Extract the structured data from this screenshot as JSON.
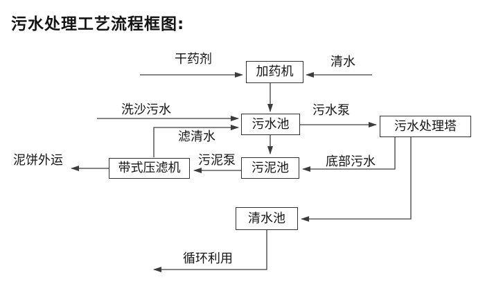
{
  "title": "污水处理工艺流程框图:",
  "nodes": {
    "dosing_machine": {
      "label": "加药机"
    },
    "sewage_pool": {
      "label": "污水池"
    },
    "treatment_tower": {
      "label": "污水处理塔"
    },
    "sludge_pool": {
      "label": "污泥池"
    },
    "belt_filter_press": {
      "label": "带式压滤机"
    },
    "clean_water_pool": {
      "label": "清水池"
    }
  },
  "flow_labels": {
    "dry_chemical": "干药剂",
    "clean_water": "清水",
    "sand_washing_sewage": "洗沙污水",
    "sewage_pump": "污水泵",
    "filtered_clean_water": "滤清水",
    "sludge_pump": "污泥泵",
    "bottom_sewage": "底部污水",
    "mud_cake_transport": "泥饼外运",
    "recycling": "循环利用"
  },
  "colors": {
    "line": "#3c3c3c",
    "border": "#2f2f2f",
    "text": "#141414",
    "background": "#ffffff"
  }
}
